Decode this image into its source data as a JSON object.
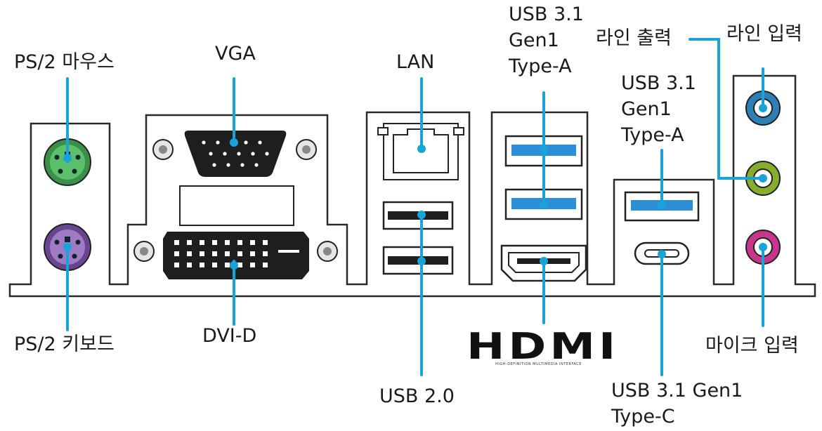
{
  "labels": {
    "ps2_mouse": "PS/2 마우스",
    "ps2_keyboard": "PS/2 키보드",
    "vga": "VGA",
    "dvi_d": "DVI-D",
    "lan": "LAN",
    "usb20": "USB 2.0",
    "usb31_top": [
      "USB 3.1",
      "Gen1",
      "Type-A"
    ],
    "usb31_right": [
      "USB 3.1",
      "Gen1",
      "Type-A"
    ],
    "usb31_typec": [
      "USB 3.1 Gen1",
      "Type-C"
    ],
    "line_out": "라인 출력",
    "line_in": "라인 입력",
    "mic_in": "마이크 입력"
  },
  "hdmi_logo": {
    "word": "HDMI",
    "tagline": "HIGH-DEFINITION MULTIMEDIA INTERFACE"
  },
  "colors": {
    "leader": "#1aa3d6",
    "usb3_port": "#2a8fd6",
    "ps2_mouse": "#4cae5a",
    "ps2_keyboard": "#8a5fb0",
    "audio_line_in": "#4aa3d8",
    "audio_line_out": "#9cc43a",
    "audio_mic": "#d33f98"
  }
}
